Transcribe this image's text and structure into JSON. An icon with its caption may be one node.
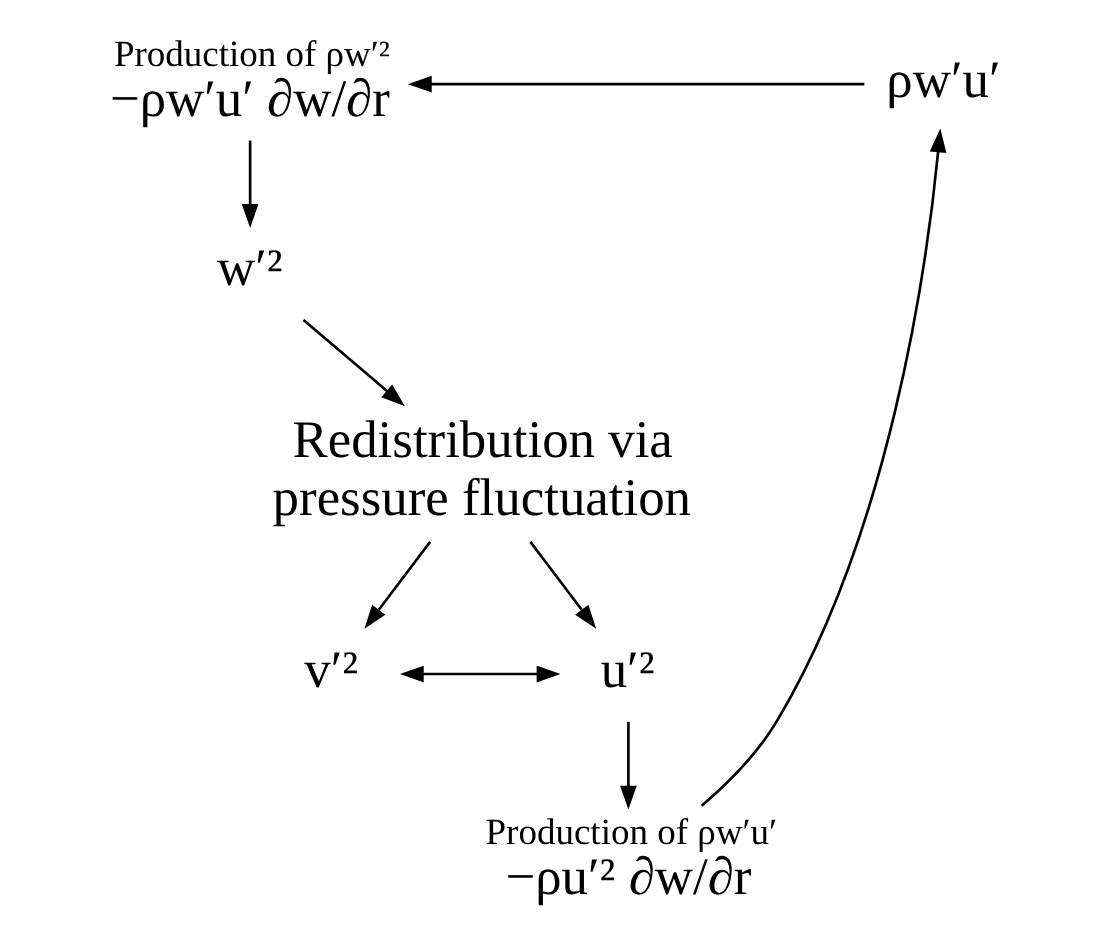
{
  "diagram": {
    "nodes": [
      {
        "text": [
          "Production of ρw′²",
          "−ρw′u′ ∂w/∂r"
        ]
      },
      {
        "text": [
          "ρw′u′"
        ]
      },
      {
        "text": [
          "Production of ρw′u′",
          "−ρu′² ∂w/∂r"
        ]
      },
      {
        "text": [
          "w′²"
        ]
      },
      {
        "text": [
          "Redistribution via pressure fluctuation"
        ]
      },
      {
        "text": [
          "v′²"
        ]
      },
      {
        "text": [
          "u′²"
        ]
      }
    ],
    "edges": [
      {
        "from": 1,
        "to": 0,
        "arrow": "to"
      },
      {
        "from": 0,
        "to": 3,
        "arrow": "to"
      },
      {
        "from": 3,
        "to": 4,
        "arrow": "to"
      },
      {
        "from": 4,
        "to": 5,
        "arrow": "to"
      },
      {
        "from": 4,
        "to": 6,
        "arrow": "to"
      },
      {
        "from": 5,
        "to": 6,
        "arrow": "both"
      },
      {
        "from": 6,
        "to": 2,
        "arrow": "to"
      },
      {
        "from": 2,
        "to": 1,
        "arrow": "to"
      }
    ]
  }
}
